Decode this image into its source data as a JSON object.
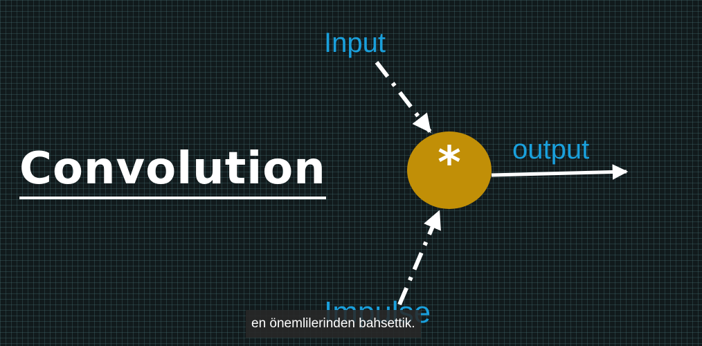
{
  "diagram": {
    "title": "Convolution",
    "operator_symbol": "*",
    "labels": {
      "input": "Input",
      "output": "output",
      "impulse": "Impulse"
    },
    "colors": {
      "background": "#111a1c",
      "grid": "#466e73",
      "node": "#c18f07",
      "label": "#1aa0dc",
      "arrow": "#ffffff"
    }
  },
  "subtitle": {
    "text": "en önemlilerinden bahsettik."
  }
}
